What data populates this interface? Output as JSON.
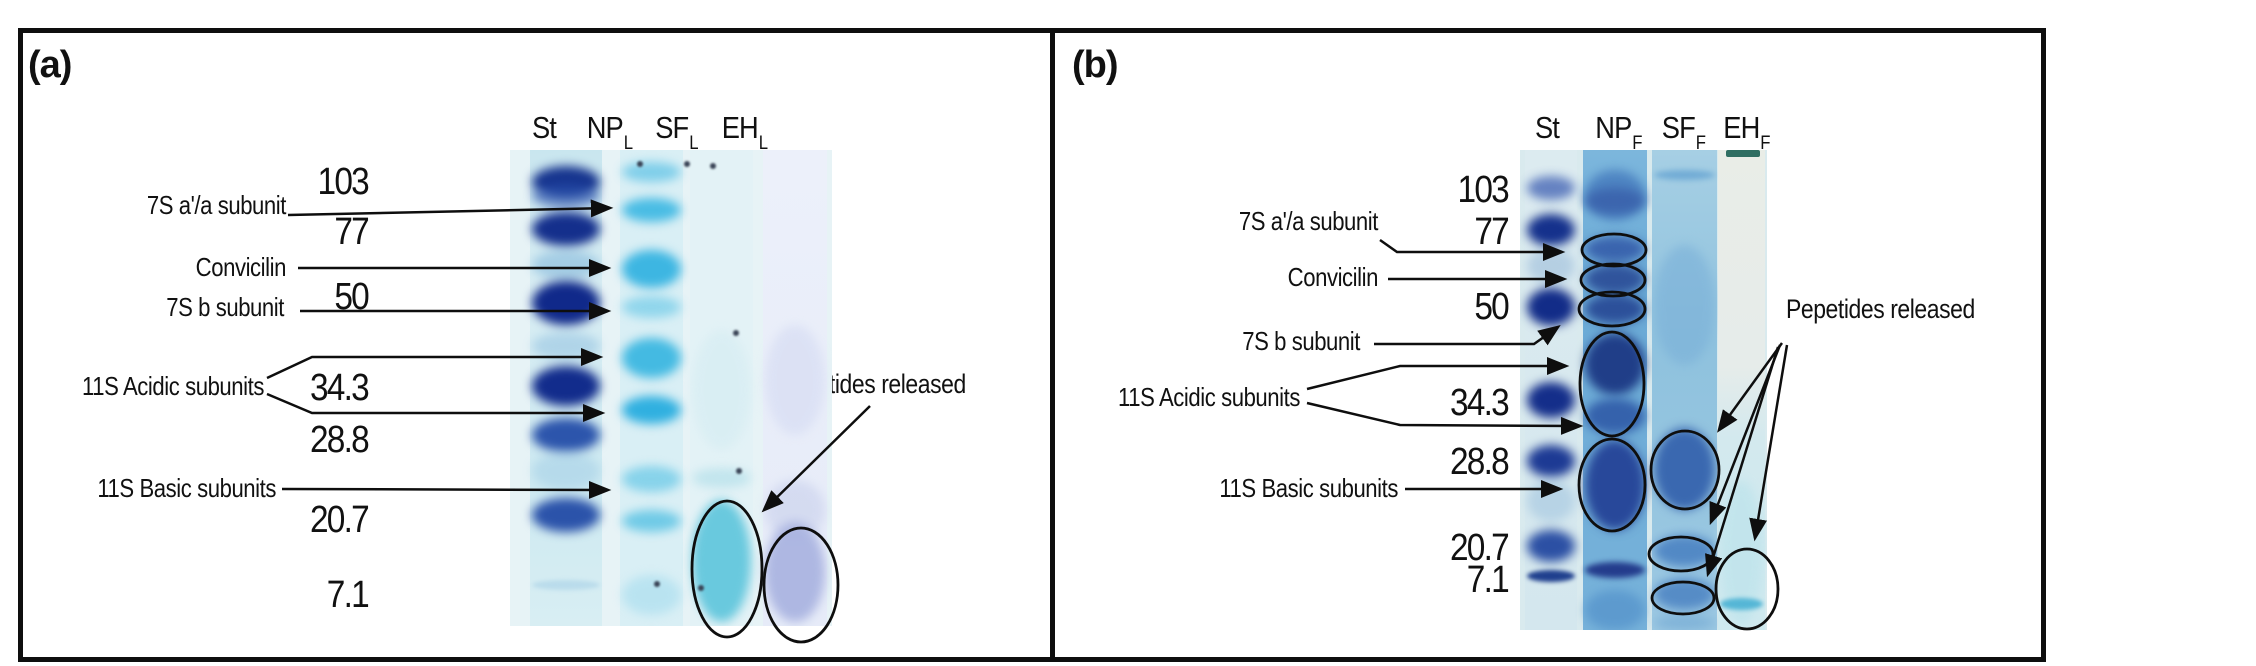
{
  "figure": {
    "panels": {
      "a": {
        "label": "(a)",
        "lanes": [
          {
            "name": "St",
            "sub": ""
          },
          {
            "name": "NP",
            "sub": "L"
          },
          {
            "name": "SF",
            "sub": "L"
          },
          {
            "name": "EH",
            "sub": "L"
          }
        ],
        "mw_markers": [
          "103",
          "77",
          "50",
          "34.3",
          "28.8",
          "20.7",
          "7.1"
        ],
        "annotations": [
          "7S a'/a subunit",
          "Convicilin",
          "7S b subunit",
          "11S Acidic subunits",
          "11S Basic subunits"
        ],
        "peptides_label": "Pepetides released"
      },
      "b": {
        "label": "(b)",
        "lanes": [
          {
            "name": "St",
            "sub": ""
          },
          {
            "name": "NP",
            "sub": "F"
          },
          {
            "name": "SF",
            "sub": "F"
          },
          {
            "name": "EH",
            "sub": "F"
          }
        ],
        "mw_markers": [
          "103",
          "77",
          "50",
          "34.3",
          "28.8",
          "20.7",
          "7.1"
        ],
        "annotations": [
          "7S a'/a subunit",
          "Convicilin",
          "7S b subunit",
          "11S Acidic subunits",
          "11S Basic subunits"
        ],
        "peptides_label": "Pepetides released"
      }
    },
    "colors": {
      "ink": "#0e0e0e",
      "band_navy": "#15318c",
      "band_cyan": "#3fb6e2",
      "peptide_teal": "#54c2da",
      "peptide_lavender": "#a8b2e0",
      "gel_a_bg": "#e7f3f6",
      "gel_b_bg": "#d9eaee"
    }
  }
}
